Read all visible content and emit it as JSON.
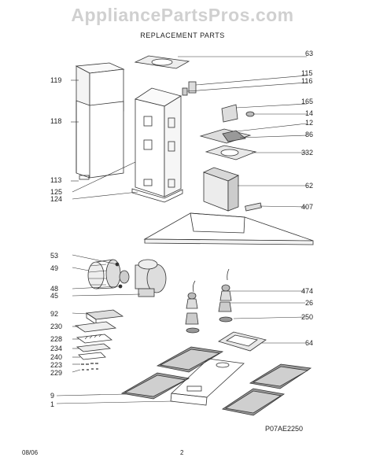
{
  "watermark": "AppliancePartsPros.com",
  "subtitle": "REPLACEMENT PARTS",
  "labels": {
    "p63": "63",
    "p115": "115",
    "p116": "116",
    "p119": "119",
    "p165": "165",
    "p14": "14",
    "p12": "12",
    "p118": "118",
    "p86": "86",
    "p332": "332",
    "p113": "113",
    "p125": "125",
    "p62": "62",
    "p124": "124",
    "p407": "407",
    "p53": "53",
    "p49": "49",
    "p48": "48",
    "p45": "45",
    "p474": "474",
    "p26": "26",
    "p92": "92",
    "p250": "250",
    "p230": "230",
    "p228": "228",
    "p64": "64",
    "p234": "234",
    "p240": "240",
    "p223": "223",
    "p229": "229",
    "p9": "9",
    "p1": "1"
  },
  "diagram_code": "P07AE2250",
  "footer": {
    "date": "08/06",
    "page": "2"
  }
}
